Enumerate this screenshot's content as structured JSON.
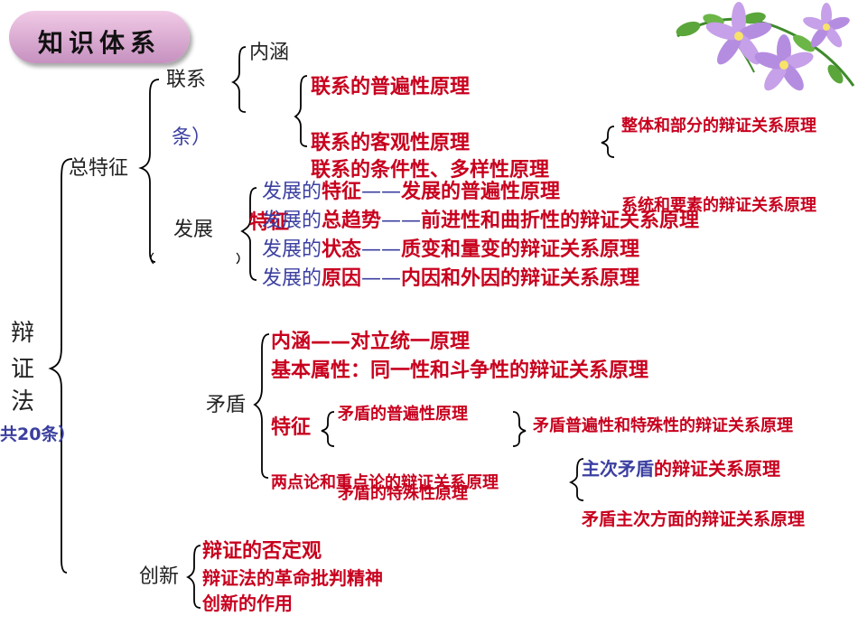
{
  "badge": "知识体系",
  "root": {
    "label_1": "辩",
    "label_2": "证",
    "label_3": "法",
    "note": "共20条）"
  },
  "general": {
    "label": "总特征",
    "connection": {
      "label": "联系",
      "note": "条）",
      "connotation": "内涵",
      "features": [
        "联系的普遍性原理",
        "联系的客观性原理",
        "联系的条件性、多样性原理"
      ],
      "universal_children": [
        "整体和部分的辩证关系原理",
        "系统和要素的辩证关系原理"
      ]
    },
    "development": {
      "label": "发展",
      "overlap_label": "特征",
      "items": [
        {
          "pre": "发展的",
          "key": "特征",
          "dash": "——",
          "tail": "发展的普遍性原理"
        },
        {
          "pre": "发展的",
          "key": "总趋势",
          "dash": "——",
          "tail": "前进性和曲折性的辩证关系原理"
        },
        {
          "pre": "发展的",
          "key": "状态",
          "dash": "——",
          "tail": "质变和量变的辩证关系原理"
        },
        {
          "pre": "发展的",
          "key": "原因",
          "dash": "——",
          "tail": "内因和外因的辩证关系原理"
        }
      ]
    }
  },
  "contradiction": {
    "label": "矛盾",
    "connotation": "内涵——对立统一原理",
    "attribute": "基本属性：同一性和斗争性的辩证关系原理",
    "feature_label": "特征",
    "feature_items": [
      "矛盾的普遍性原理",
      "矛盾的特殊性原理"
    ],
    "feature_result": "矛盾普遍性和特殊性的辩证关系原理",
    "two_point": "两点论和重点论的辩证关系原理",
    "main_a_key": "主次矛盾",
    "main_a_tail": "的辩证关系原理",
    "main_b": "矛盾主次方面的辩证关系原理"
  },
  "innovation": {
    "label": "创新",
    "items": [
      "辩证的否定观",
      "辩证法的革命批判精神",
      "创新的作用"
    ]
  },
  "colors": {
    "red": "#c8001e",
    "blue": "#3b3fa0",
    "dark": "#222222",
    "badge": "#c691c0"
  },
  "decoration_icon": "flower-icon"
}
